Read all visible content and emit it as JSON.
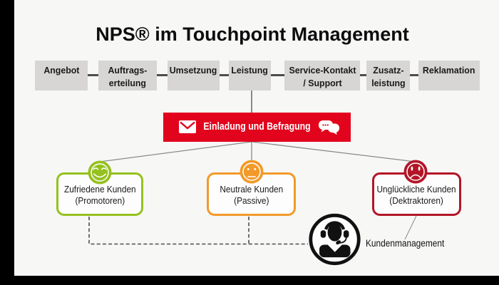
{
  "title": "NPS® im Touchpoint Management",
  "flow": {
    "steps": [
      "Angebot",
      "Auftrags-\nerteilung",
      "Umsetzung",
      "Leistung",
      "Service-Kontakt\n/ Support",
      "Zusatz-\nleistung",
      "Reklamation"
    ]
  },
  "invitation": {
    "label": "Einladung und Befragung",
    "icons": [
      "envelope-icon",
      "chat-bubbles-icon"
    ],
    "color": "#e2031c"
  },
  "segments": [
    {
      "label": "Zufriedene Kunden\n(Promotoren)",
      "mood": "happy-face-icon",
      "color": "#95c11f"
    },
    {
      "label": "Neutrale Kunden\n(Passive)",
      "mood": "neutral-face-icon",
      "color": "#f29a29"
    },
    {
      "label": "Unglückliche Kunden\n(Dektraktoren)",
      "mood": "sad-face-icon",
      "color": "#b31527"
    }
  ],
  "management": {
    "label": "Kundenmanagement",
    "icon": "support-agent-icon"
  }
}
